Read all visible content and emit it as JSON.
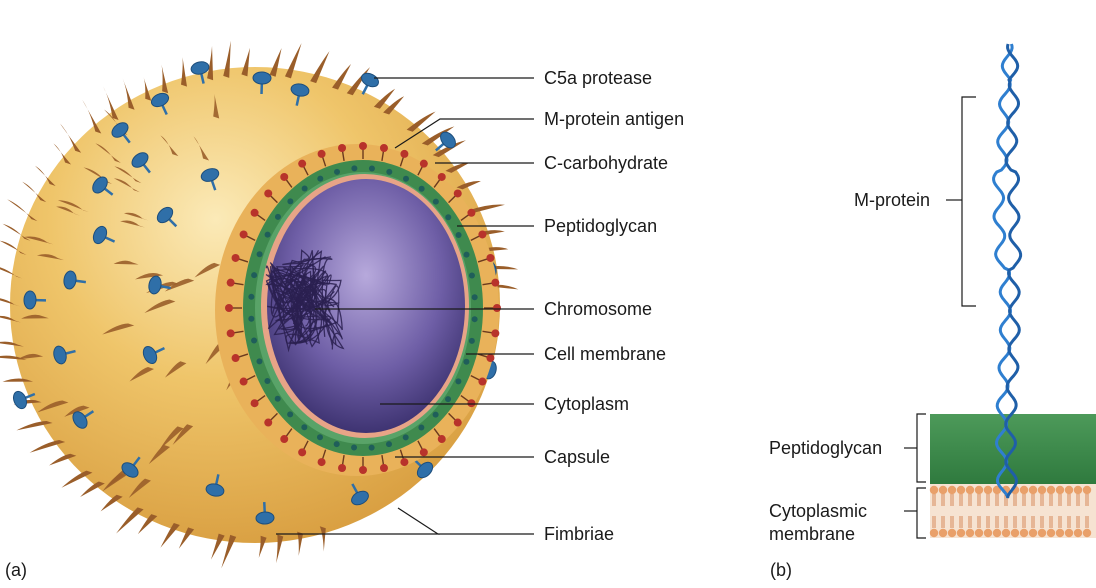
{
  "panel_a": {
    "letter": "(a)",
    "labels": {
      "c5a_protease": "C5a protease",
      "m_protein_antigen": "M-protein antigen",
      "c_carbohydrate": "C-carbohydrate",
      "peptidoglycan": "Peptidoglycan",
      "chromosome": "Chromosome",
      "cell_membrane": "Cell membrane",
      "cytoplasm": "Cytoplasm",
      "capsule": "Capsule",
      "fimbriae": "Fimbriae"
    }
  },
  "panel_b": {
    "letter": "(b)",
    "labels": {
      "m_protein": "M-protein",
      "peptidoglycan": "Peptidoglycan",
      "cytoplasmic_line1": "Cytoplasmic",
      "cytoplasmic_line2": "membrane"
    }
  },
  "colors": {
    "capsule": "#e8b450",
    "capsule_light": "#f6dc98",
    "fimbriae": "#9a5e2a",
    "c5a_protease": "#2f6fa8",
    "peptidoglycan": "#3f8a4e",
    "m_protein_antigen": "#b8332b",
    "cytoplasm": "#5a4a8e",
    "cytoplasm_light": "#a99ad0",
    "membrane_edge": "#e7a487",
    "m_protein_helix": "#2f7fd0",
    "membrane_heads": "#e9a06a"
  }
}
